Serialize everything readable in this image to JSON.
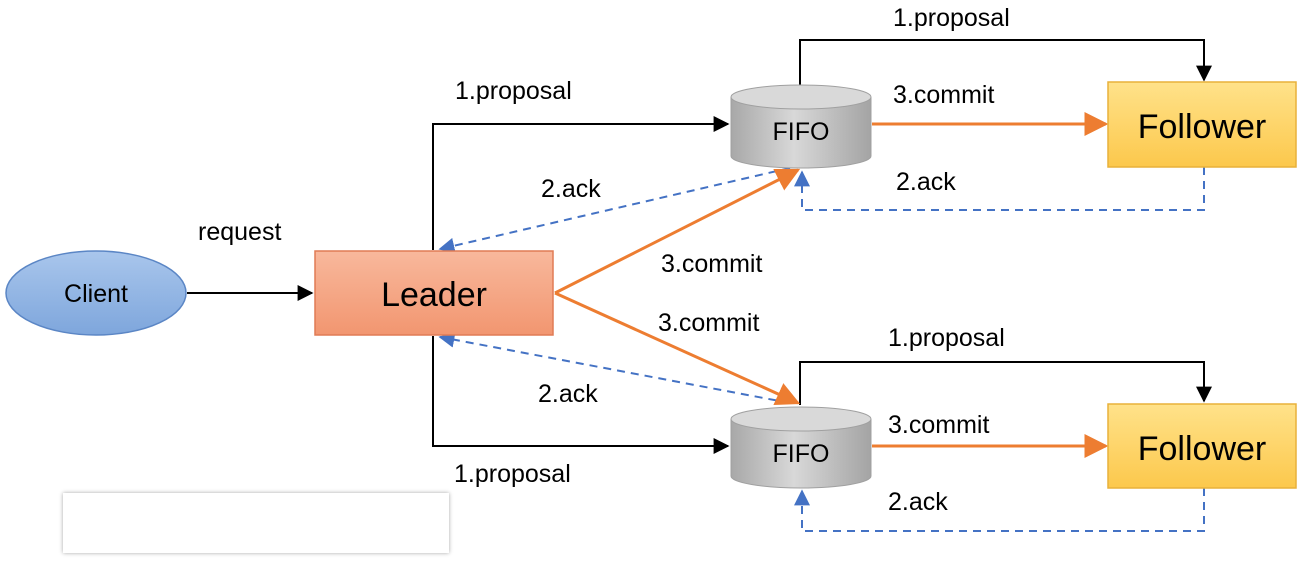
{
  "nodes": {
    "client": "Client",
    "leader": "Leader",
    "fifo_top": "FIFO",
    "fifo_bottom": "FIFO",
    "follower_top": "Follower",
    "follower_bottom": "Follower"
  },
  "edge_labels": {
    "request": "request",
    "leader_fifo_top_proposal": "1.proposal",
    "fifo_top_follower_proposal": "1.proposal",
    "fifo_top_follower_commit": "3.commit",
    "follower_top_ack": "2.ack",
    "fifo_top_leader_ack": "2.ack",
    "leader_fifo_top_commit": "3.commit",
    "leader_fifo_bottom_commit": "3.commit",
    "fifo_bottom_leader_ack": "2.ack",
    "leader_fifo_bottom_proposal": "1.proposal",
    "fifo_bottom_follower_proposal": "1.proposal",
    "fifo_bottom_follower_commit": "3.commit",
    "follower_bottom_ack": "2.ack"
  },
  "colors": {
    "client_fill": "#8fb4e3",
    "leader_fill": "#f4a07e",
    "follower_fill": "#fdd46a",
    "fifo_fill": "#c0c0c0",
    "commit_arrow": "#ed7d31",
    "ack_arrow": "#4472c4",
    "proposal_arrow": "#000000"
  }
}
